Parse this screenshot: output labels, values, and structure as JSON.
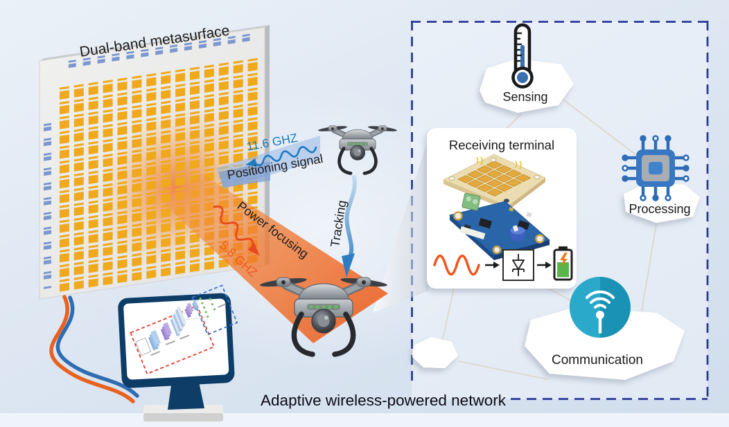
{
  "figure": {
    "caption": "Adaptive wireless-powered network",
    "metasurface": {
      "title": "Dual-band metasurface"
    },
    "positioning": {
      "frequency": "11.6 GHZ",
      "label": "Positioning signal"
    },
    "power": {
      "frequency": "5.8 GHZ",
      "label": "Power focusing"
    },
    "tracking_label": "Tracking",
    "network": {
      "sensing": "Sensing",
      "processing": "Processing",
      "communication": "Communication",
      "receiving_terminal": "Receiving terminal"
    },
    "colors": {
      "background_top": "#ebf1f8",
      "background_bottom": "#d0ddec",
      "dashed_border": "#2b3a96",
      "signal_blue": "#1d79c0",
      "power_orange": "#f2591d",
      "cell_orange": "#f0a91c",
      "cell_blue": "#7b97cf",
      "comm_teal": "#1f9ec0",
      "battery_green": "#59b54a",
      "monitor_navy": "#0e3e68"
    },
    "icons": {
      "thermometer": "thermometer-icon",
      "chip": "chip-icon",
      "wifi": "wifi-icon",
      "battery": "battery-icon",
      "rectifier": "diode-icon",
      "rf_wave": "sine-wave-icon",
      "drone": "drone-icon"
    }
  }
}
